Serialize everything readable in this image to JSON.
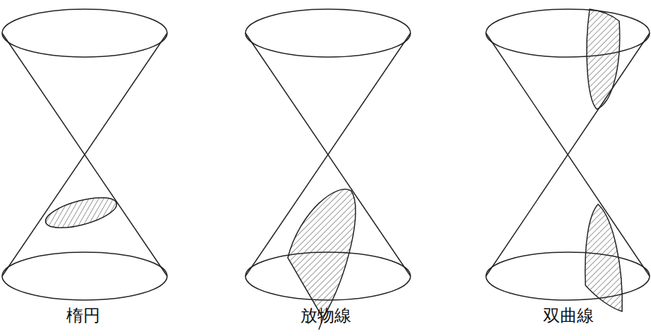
{
  "diagram": {
    "labels": [
      "楕円",
      "放物線",
      "双曲線"
    ]
  }
}
